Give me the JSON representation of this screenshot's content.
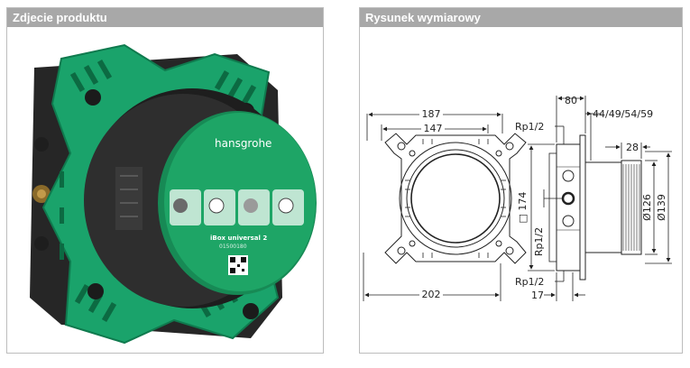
{
  "left_panel": {
    "title": "Zdjecie produktu",
    "product": {
      "brand": "hansgrohe",
      "model": "iBox universal 2",
      "code": "01500180"
    }
  },
  "right_panel": {
    "title": "Rysunek wymiarowy",
    "dimensions": {
      "d187": "187",
      "d147": "147",
      "d202": "202",
      "d80": "80",
      "rp_top": "Rp1/2",
      "depths": "44/49/54/59",
      "d28": "28",
      "d174": "□ 174",
      "rp_mid": "Rp1/2",
      "d126": "Ø126",
      "d139": "Ø139",
      "rp_bottom": "Rp1/2",
      "d17": "17"
    }
  },
  "colors": {
    "header_bg": "#a8a8a8",
    "frame_green": "#1aa36b",
    "body_dark": "#2b2b2b",
    "cap_green": "#1ea566"
  }
}
